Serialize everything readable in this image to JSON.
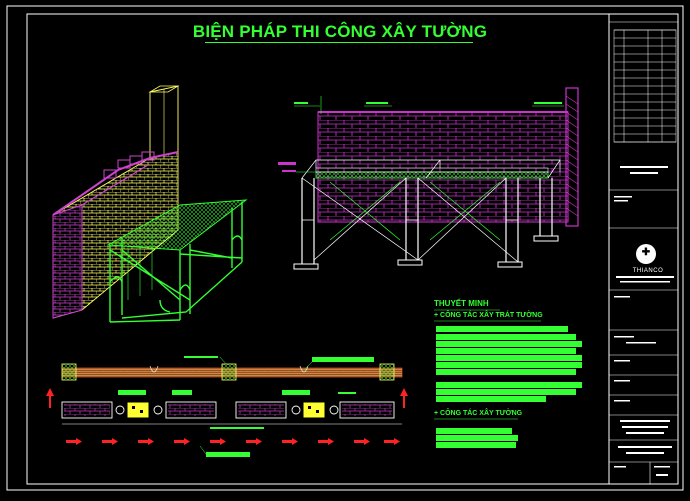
{
  "drawing": {
    "title": "BIỆN PHÁP THI CÔNG XÂY TƯỜNG",
    "notes": {
      "heading": "THUYẾT MINH",
      "section_1": "+ CÔNG TÁC XÂY TRÁT TƯỜNG",
      "section_2": "+ CÔNG TÁC XÂY TƯỜNG"
    }
  },
  "title_block": {
    "company": "THIANCO",
    "logo_icon": "company-logo-icon"
  },
  "colors": {
    "background": "#000000",
    "title": "#33ff33",
    "brick_wall": "#cc33cc",
    "brick_outline": "#ffff66",
    "scaffold": "#33ff33",
    "frame": "#ffffff",
    "arrow": "#ff2222"
  }
}
